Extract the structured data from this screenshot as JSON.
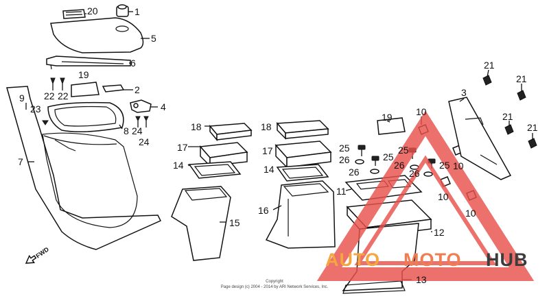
{
  "part_labels": {
    "p20": "20",
    "p1": "1",
    "p5": "5",
    "p6": "6",
    "p19a": "19",
    "p2": "2",
    "p4": "4",
    "p9": "9",
    "p22a": "22",
    "p22b": "22",
    "p23": "23",
    "p8": "8",
    "p24a": "24",
    "p24b": "24",
    "p7": "7",
    "p18a": "18",
    "p17a": "17",
    "p14a": "14",
    "p15": "15",
    "p18b": "18",
    "p17b": "17",
    "p14b": "14",
    "p16": "16",
    "p25a": "25",
    "p26a": "26",
    "p25b": "25",
    "p26b": "26",
    "p19b": "19",
    "p10a": "10",
    "p25c": "25",
    "p26c": "26",
    "p26d": "26",
    "p25d": "25",
    "p10b": "10",
    "p11": "11",
    "p10c": "10",
    "p10d": "10",
    "p12": "12",
    "p13": "13",
    "p3": "3",
    "p21a": "21",
    "p21b": "21",
    "p21c": "21",
    "p21d": "21"
  },
  "fwd_label": "FWD",
  "copyright_line1": "Copyright",
  "copyright_line2": "Page design (c) 2004 - 2014 by ARI Network Services, Inc.",
  "watermark": {
    "auto": "AUTO",
    "moto": "MOTO",
    "hub": "HUB",
    "colors": {
      "auto": "#f4a640",
      "moto": "#ef7d52",
      "hub": "#3c3c3c",
      "triangle": "#e8504a"
    }
  }
}
